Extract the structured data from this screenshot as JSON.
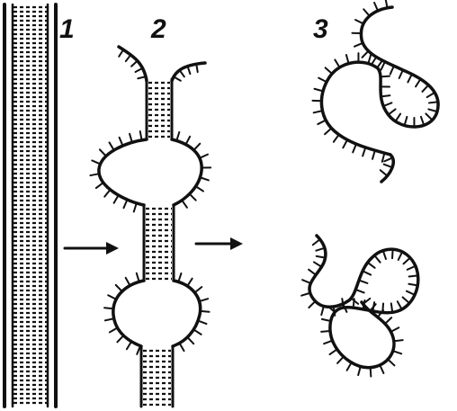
{
  "labels": {
    "stage1": "1",
    "stage2": "2",
    "stage3": "3"
  },
  "colors": {
    "ink": "#111111",
    "background": "#ffffff"
  },
  "icons": {
    "arrow_left": "arrow-right-icon",
    "arrow_right": "arrow-right-icon"
  }
}
